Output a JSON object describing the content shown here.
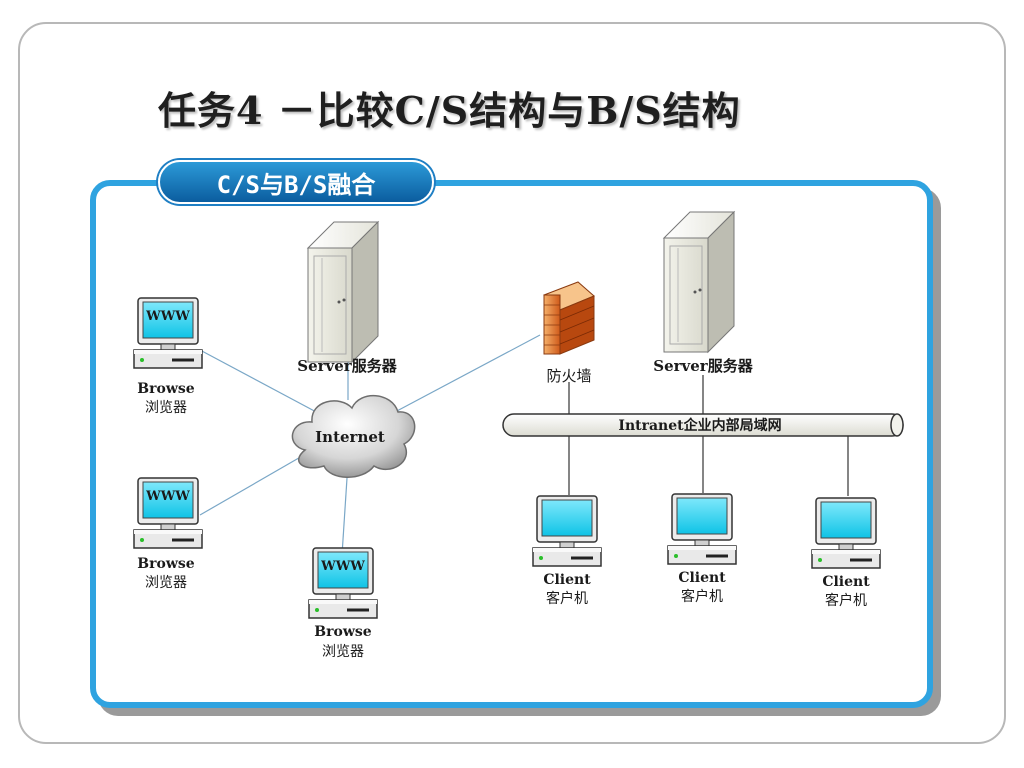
{
  "slide": {
    "title": "任务4 －比较C/S结构与B/S结构",
    "section_tab": "C/S与B/S融合"
  },
  "diagram": {
    "browsers": [
      {
        "screen": "WWW",
        "name": "Browse",
        "cn": "浏览器"
      },
      {
        "screen": "WWW",
        "name": "Browse",
        "cn": "浏览器"
      },
      {
        "screen": "WWW",
        "name": "Browse",
        "cn": "浏览器"
      }
    ],
    "internet": {
      "label": "Internet"
    },
    "servers": [
      {
        "label": "Server服务器"
      },
      {
        "label": "Server服务器"
      }
    ],
    "firewall": {
      "label": "防火墙"
    },
    "intranet": {
      "label": "Intranet企业内部局域网"
    },
    "clients": [
      {
        "name": "Client",
        "cn": "客户机"
      },
      {
        "name": "Client",
        "cn": "客户机"
      },
      {
        "name": "Client",
        "cn": "客户机"
      }
    ],
    "colors": {
      "frame": "#2fa3e0",
      "tab": "#0b5d9f",
      "screen": "#22d3ef",
      "link": "#7aa7c7",
      "firewall": "#e07a2e"
    }
  }
}
